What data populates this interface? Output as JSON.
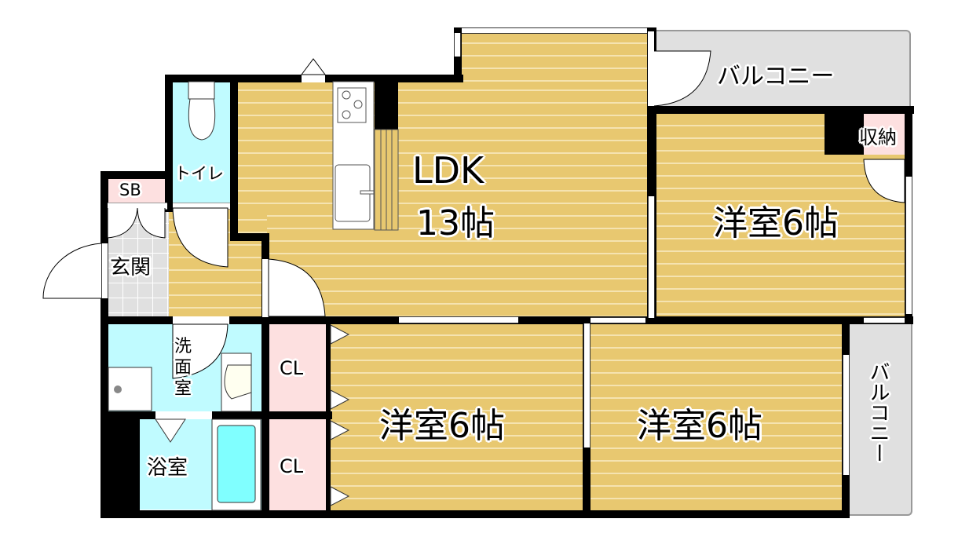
{
  "floorplan": {
    "rooms": {
      "ldk": {
        "name": "LDK",
        "size": "13帖"
      },
      "western_ne": {
        "name": "洋室6帖"
      },
      "western_s1": {
        "name": "洋室6帖"
      },
      "western_s2": {
        "name": "洋室6帖"
      },
      "toilet": {
        "name": "トイレ"
      },
      "sb": {
        "name": "SB"
      },
      "entrance": {
        "name": "玄関"
      },
      "washroom": {
        "name": "洗面室"
      },
      "bath": {
        "name": "浴室"
      },
      "closet1": {
        "name": "CL"
      },
      "closet2": {
        "name": "CL"
      },
      "storage": {
        "name": "収納"
      },
      "balcony_top": {
        "name": "バルコニー"
      },
      "balcony_right": {
        "name": "バルコニー"
      }
    },
    "colors": {
      "wood": "#e8c870",
      "wet_area": "#c0fbff",
      "storage": "#fde0e0",
      "balcony": "#e0e0e0",
      "wall": "#000000"
    }
  }
}
